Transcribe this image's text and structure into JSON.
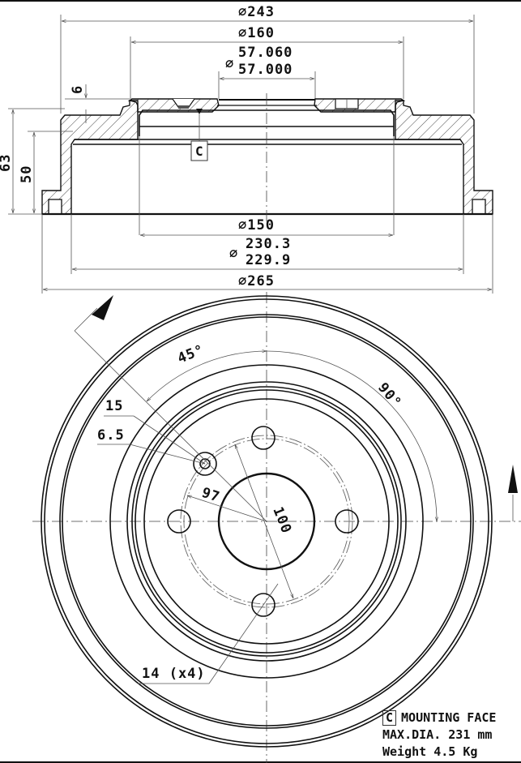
{
  "section_view": {
    "dimensions": {
      "outer_flange_dia": "∅243",
      "hub_face_dia": "∅160",
      "center_bore_dia_max": "57.060",
      "center_bore_dia_min": "57.000",
      "hub_thickness": "6",
      "overall_height": "63",
      "drum_depth": "50",
      "inner_step_dia": "∅150",
      "braking_surface_dia_max": "230.3",
      "braking_surface_dia_min": "229.9",
      "overall_dia": "∅265"
    },
    "datum_label": "C"
  },
  "front_view": {
    "angle_labels": {
      "angle_45": "45°",
      "angle_90": "90°"
    },
    "dimensions": {
      "hole_outer_dia": "15",
      "hole_inner_dia": "6.5",
      "pcd_97": "97",
      "pcd_100": "100",
      "bolt_holes": "14 (x4)"
    }
  },
  "notes": {
    "datum_box": "C",
    "mounting_face": "MOUNTING FACE",
    "max_dia": "MAX.DIA. 231 mm",
    "weight": "Weight 4.5 Kg"
  }
}
